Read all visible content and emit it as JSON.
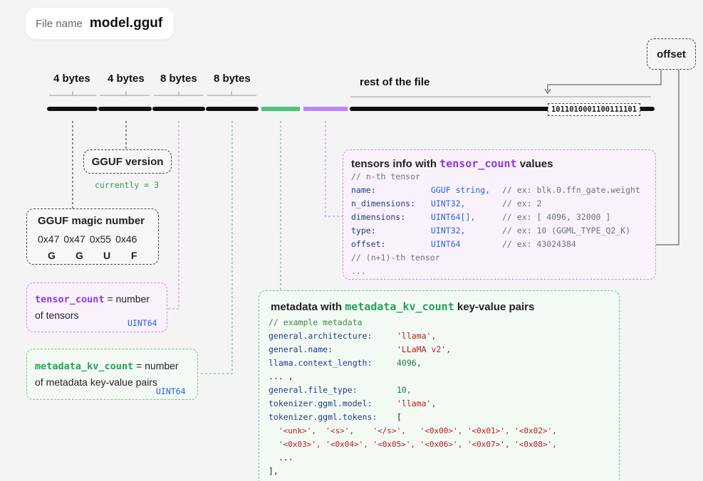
{
  "file": {
    "label": "File name",
    "value": "model.gguf"
  },
  "header_fields": [
    {
      "label": "4 bytes"
    },
    {
      "label": "4 bytes"
    },
    {
      "label": "8 bytes"
    },
    {
      "label": "8 bytes"
    }
  ],
  "rest_label": "rest of the file",
  "offset_label": "offset",
  "offset_bits": "1011010001100111101",
  "gguf_version": {
    "title": "GGUF version",
    "note": "currently = 3"
  },
  "magic": {
    "title": "GGUF magic number",
    "hex": [
      "0x47",
      "0x47",
      "0x55",
      "0x46"
    ],
    "chars": [
      "G",
      "G",
      "U",
      "F"
    ]
  },
  "tensor_count": {
    "name": "tensor_count",
    "text1": "= number",
    "text2": "of tensors",
    "type": "UINT64"
  },
  "metadata_kv_count": {
    "name": "metadata_kv_count",
    "text1": "= number",
    "text2": "of metadata key-value pairs",
    "type": "UINT64"
  },
  "tensors_info": {
    "title_prefix": "tensors info with",
    "title_code": "tensor_count",
    "title_suffix": "values",
    "comment_first": "// n-th tensor",
    "rows": [
      {
        "key": "name:",
        "type": "GGUF string,",
        "comment": "// ex: blk.0.ffn_gate.weight"
      },
      {
        "key": "n_dimensions:",
        "type": "UINT32,",
        "comment": "// ex: 2"
      },
      {
        "key": "dimensions:",
        "type": "UINT64[],",
        "comment": "// ex: [ 4096, 32000 ]"
      },
      {
        "key": "type:",
        "type": "UINT32,",
        "comment": "// ex: 10 (GGML_TYPE_Q2_K)"
      },
      {
        "key": "offset:",
        "type": "UINT64",
        "comment": "// ex: 43024384"
      }
    ],
    "comment_next": "// (n+1)-th tensor",
    "ellipsis": "..."
  },
  "metadata": {
    "title_prefix": "metadata with",
    "title_code": "metadata_kv_count",
    "title_suffix": "key-value pairs",
    "comment": "// example metadata",
    "rows": [
      {
        "key": "general.architecture:",
        "value": "'llama',",
        "kind": "str"
      },
      {
        "key": "general.name:",
        "value": "'LLaMA v2',",
        "kind": "str"
      },
      {
        "key": "llama.context_length:",
        "value": "4096,",
        "kind": "num"
      },
      {
        "key": "... ,",
        "value": "",
        "kind": "plain"
      },
      {
        "key": "general.file_type:",
        "value": "10,",
        "kind": "num"
      },
      {
        "key": "tokenizer.ggml.model:",
        "value": "'llama',",
        "kind": "str"
      },
      {
        "key": "tokenizer.ggml.tokens:",
        "value": "[",
        "kind": "plain"
      }
    ],
    "tokens_line1": "'<unk>',  '<s>',    '</s>',   '<0x00>', '<0x01>', '<0x02>',",
    "tokens_line2": "'<0x03>', '<0x04>', '<0x05>', '<0x06>', '<0x07>', '<0x08>',",
    "tokens_ellipsis": "...",
    "close": "],"
  },
  "colors": {
    "bar": "#111111",
    "metadata_segment": "#4cc47a",
    "tensor_segment": "#c084fc",
    "purple_text": "#9333ea",
    "green_text": "#22a455"
  }
}
